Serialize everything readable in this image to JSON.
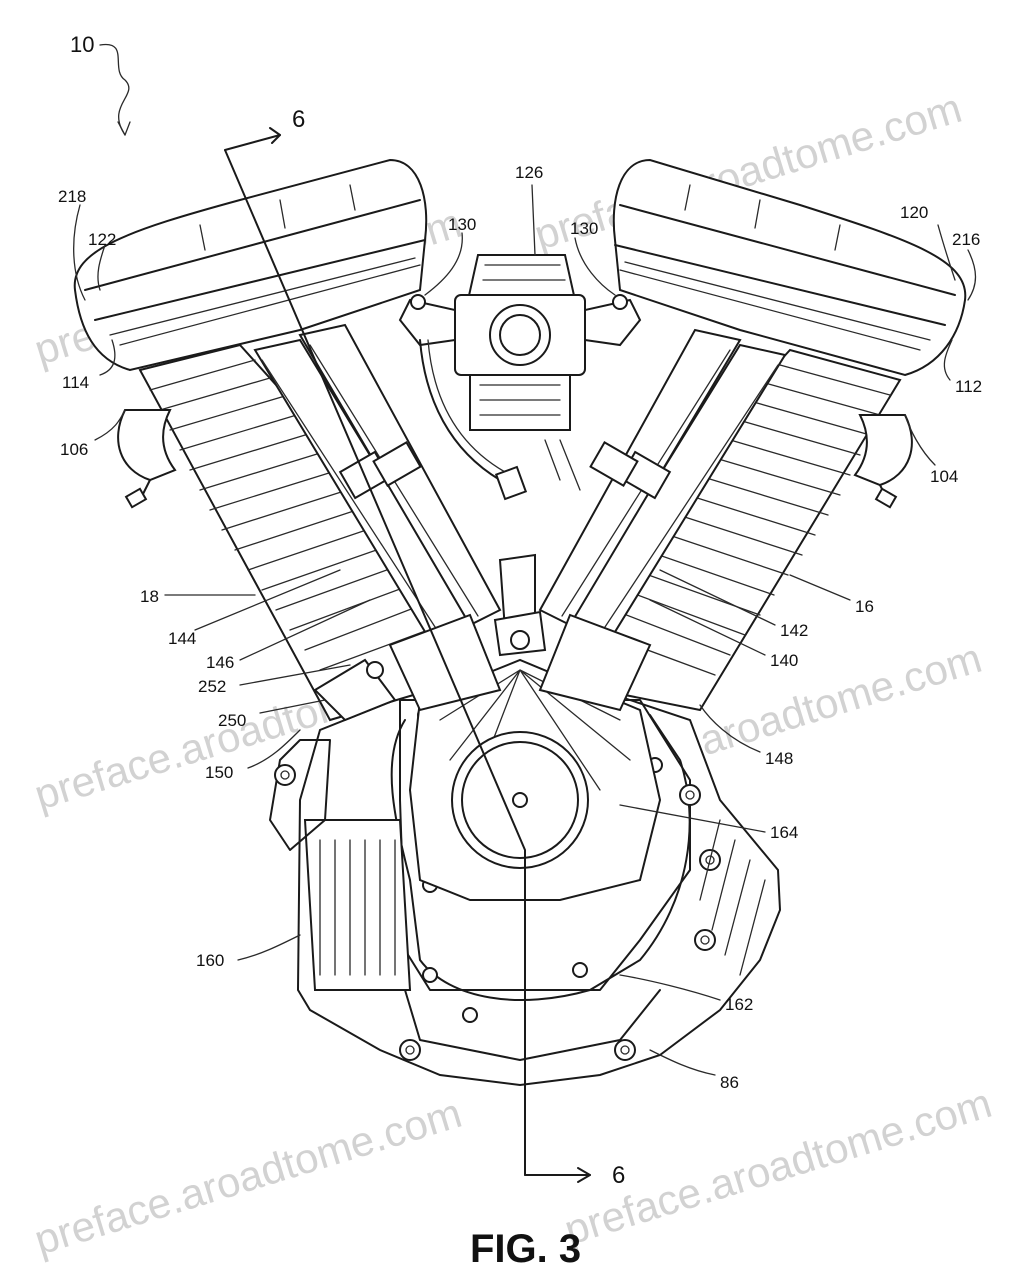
{
  "figure": {
    "title": "FIG. 3"
  },
  "section_labels": [
    "6",
    "6"
  ],
  "ref_numerals": {
    "n10": "10",
    "n218": "218",
    "n122": "122",
    "n114": "114",
    "n106": "106",
    "n126": "126",
    "n130a": "130",
    "n130b": "130",
    "n120": "120",
    "n216": "216",
    "n112": "112",
    "n104": "104",
    "n18": "18",
    "n16": "16",
    "n144": "144",
    "n146": "146",
    "n142": "142",
    "n140": "140",
    "n252": "252",
    "n250": "250",
    "n148": "148",
    "n150": "150",
    "n164": "164",
    "n160": "160",
    "n162": "162",
    "n86": "86"
  },
  "watermarks": [
    "preface.aroadtome.com",
    "preface.aroadtome.com",
    "preface.aroadtome.com",
    "preface.aroadtome.com",
    "preface.aroadtome.com",
    "preface.aroadtome.com"
  ],
  "colors": {
    "ink": "#1a1a1a",
    "watermark": "#d2d2d2",
    "paper": "#ffffff"
  }
}
